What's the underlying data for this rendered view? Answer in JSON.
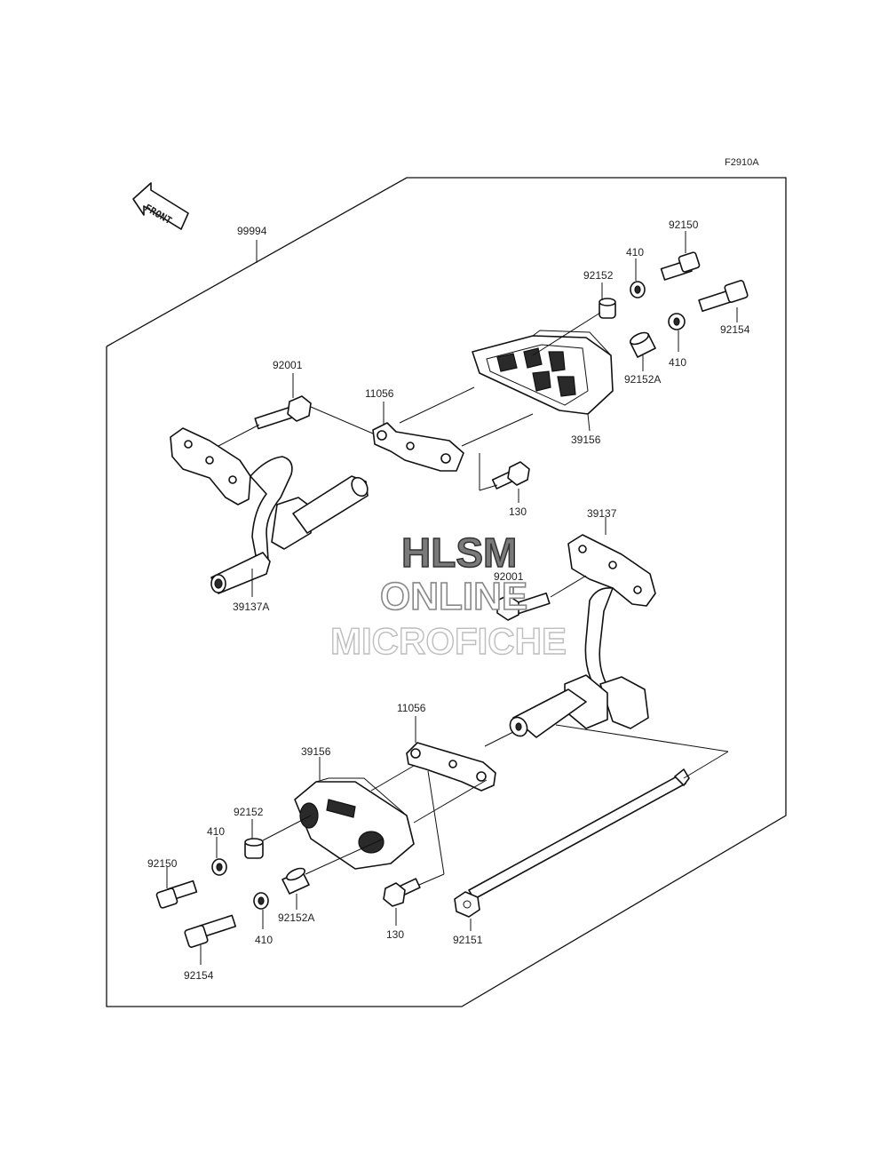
{
  "diagram_code": "F2910A",
  "front_label": "FRONT",
  "assembly_label": "99994",
  "watermark": {
    "line1": "HLSM",
    "line2": "ONLINE",
    "line3": "MICROFICHE"
  },
  "parts": {
    "p92150_top": "92150",
    "p410_top_a": "410",
    "p92152_top": "92152",
    "p92154_top": "92154",
    "p410_top_b": "410",
    "p92152A_top": "92152A",
    "p92001_top": "92001",
    "p11056_top": "11056",
    "p39156_top": "39156",
    "p130_top": "130",
    "p39137": "39137",
    "p39137A": "39137A",
    "p92001_mid": "92001",
    "p11056_bot": "11056",
    "p39156_bot": "39156",
    "p92152_bot": "92152",
    "p410_bot_a": "410",
    "p92150_bot": "92150",
    "p92152A_bot": "92152A",
    "p410_bot_b": "410",
    "p130_bot": "130",
    "p92151": "92151",
    "p92154_bot": "92154"
  }
}
